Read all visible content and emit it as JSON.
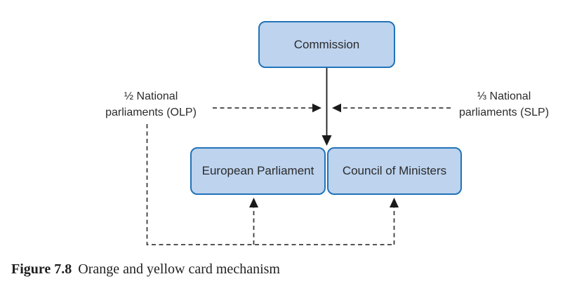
{
  "figure": {
    "caption_label": "Figure 7.8",
    "caption_text": "Orange and yellow card mechanism"
  },
  "diagram": {
    "nodes": [
      {
        "id": "commission",
        "label": "Commission"
      },
      {
        "id": "european-parliament",
        "label": "European Parliament"
      },
      {
        "id": "council-of-ministers",
        "label": "Council of Ministers"
      }
    ],
    "annotations": [
      {
        "id": "olp",
        "line1": "½ National",
        "line2": "parliaments (OLP)"
      },
      {
        "id": "slp",
        "line1": "⅓ National",
        "line2": "parliaments (SLP)"
      }
    ],
    "edges": [
      {
        "from": "commission",
        "to": "european-parliament-and-council",
        "style": "solid-arrow"
      },
      {
        "from": "olp-annotation",
        "to": "commission-proposal-line",
        "style": "dashed-arrow"
      },
      {
        "from": "slp-annotation",
        "to": "commission-proposal-line",
        "style": "dashed-arrow"
      },
      {
        "from": "olp-annotation",
        "to": "european-parliament",
        "style": "dashed-arrow"
      },
      {
        "from": "olp-annotation",
        "to": "council-of-ministers",
        "style": "dashed-arrow"
      }
    ]
  },
  "colors": {
    "node_fill": "#bdd3ee",
    "node_border": "#2173b9",
    "solid_arrow": "#1a1a1a",
    "dashed_line": "#3d3d3d",
    "diagram_text": "#2b2b2b",
    "caption_color": "#1f1f1f",
    "background": "#ffffff"
  }
}
